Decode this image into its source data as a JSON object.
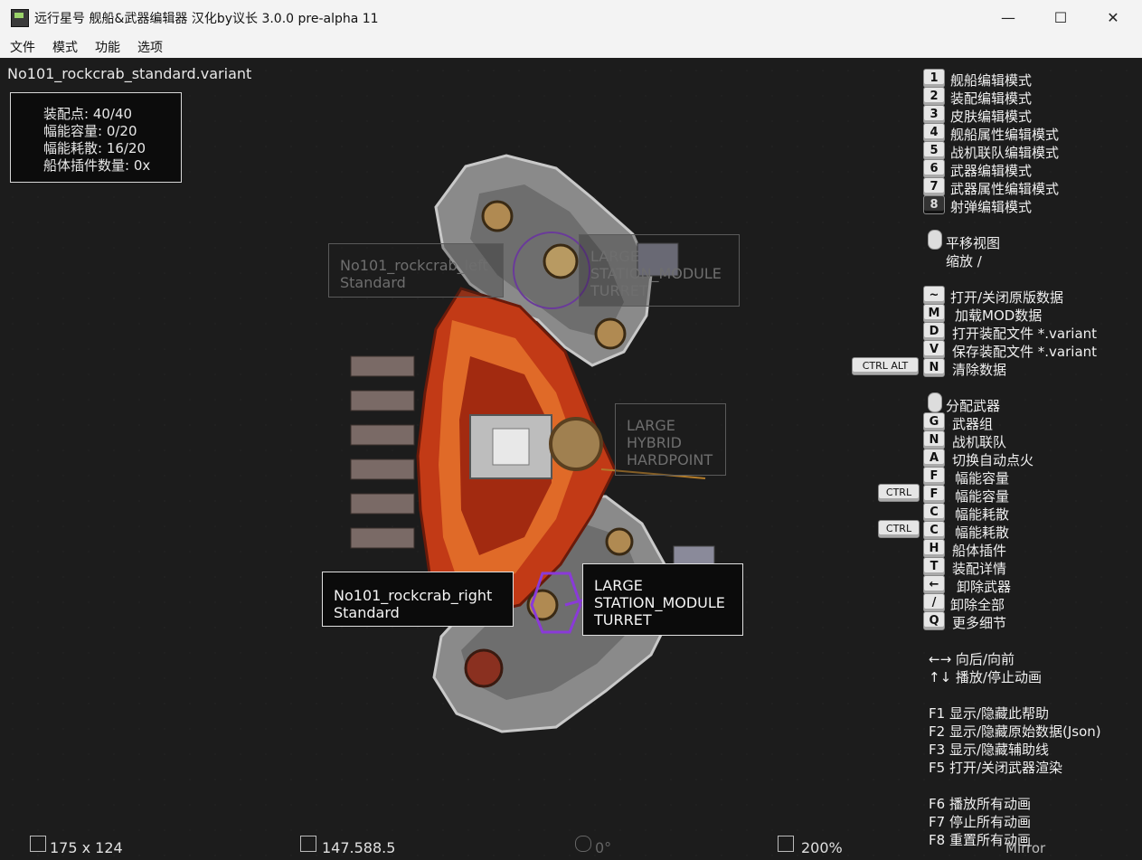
{
  "window": {
    "title": "远行星号 舰船&武器编辑器 汉化by议长 3.0.0 pre-alpha 11",
    "minimize": "—",
    "maximize": "☐",
    "close": "✕"
  },
  "menu": [
    "文件",
    "模式",
    "功能",
    "选项"
  ],
  "variant_name": "No101_rockcrab_standard.variant",
  "stats": [
    "装配点: 40/40",
    "幅能容量: 0/20",
    "幅能耗散: 16/20",
    "船体插件数量: 0x"
  ],
  "modes": [
    {
      "key": "1",
      "label": "舰船编辑模式"
    },
    {
      "key": "2",
      "label": "装配编辑模式"
    },
    {
      "key": "3",
      "label": "皮肤编辑模式"
    },
    {
      "key": "4",
      "label": "舰船属性编辑模式"
    },
    {
      "key": "5",
      "label": "战机联队编辑模式"
    },
    {
      "key": "6",
      "label": "武器编辑模式"
    },
    {
      "key": "7",
      "label": "武器属性编辑模式"
    },
    {
      "key": "8",
      "label": "射弹编辑模式"
    }
  ],
  "view_controls": [
    "平移视图",
    "缩放 /"
  ],
  "data_controls": [
    {
      "key": "~",
      "label": "打开/关闭原版数据"
    },
    {
      "key": "M",
      "label": "加载MOD数据"
    },
    {
      "key": "D",
      "label": "打开装配文件 *.variant"
    },
    {
      "key": "V",
      "label": "保存装配文件 *.variant"
    },
    {
      "key": "N",
      "label": "清除数据",
      "mods": "CTRL ALT"
    }
  ],
  "weapon_controls": {
    "assign": "分配武器",
    "items": [
      {
        "key": "G",
        "label": "武器组"
      },
      {
        "key": "N",
        "label": "战机联队"
      },
      {
        "key": "A",
        "label": "切换自动点火"
      },
      {
        "key": "F",
        "label": "幅能容量"
      },
      {
        "key": "F",
        "label": "幅能容量",
        "mods": "CTRL"
      },
      {
        "key": "C",
        "label": "幅能耗散"
      },
      {
        "key": "C",
        "label": "幅能耗散",
        "mods": "CTRL"
      },
      {
        "key": "H",
        "label": "船体插件"
      },
      {
        "key": "T",
        "label": "装配详情"
      },
      {
        "key": "←",
        "label": "卸除武器"
      },
      {
        "key": "/",
        "label": "卸除全部"
      },
      {
        "key": "Q",
        "label": "更多细节"
      }
    ]
  },
  "arrows": [
    "←→  向后/向前",
    "↑↓  播放/停止动画"
  ],
  "function_keys": [
    "F1  显示/隐藏此帮助",
    "F2  显示/隐藏原始数据(Json)",
    "F3  显示/隐藏辅助线",
    "F5  打开/关闭武器渲染",
    "F6  播放所有动画",
    "F7  停止所有动画",
    "F8  重置所有动画"
  ],
  "mirror": "Mirror",
  "labels": {
    "left_module": [
      "No101_rockcrab_left",
      "Standard"
    ],
    "left_turret": [
      "LARGE",
      "STATION_MODULE",
      "TURRET"
    ],
    "center_hardpoint": [
      "LARGE",
      "HYBRID",
      "HARDPOINT"
    ],
    "right_module": [
      "No101_rockcrab_right",
      "Standard"
    ],
    "right_turret": [
      "LARGE",
      "STATION_MODULE",
      "TURRET"
    ]
  },
  "status": {
    "size": "175 x 124",
    "coords": "147.588.5",
    "rotation": "0°",
    "zoom": "200%"
  }
}
